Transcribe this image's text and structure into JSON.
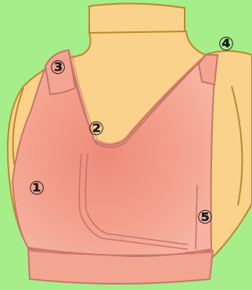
{
  "figure": {
    "subject": "sports-bra-on-torso",
    "colors": {
      "background": "#a6ee8a",
      "skin": "#fbd28b",
      "skin_outline": "#b98a2f",
      "garment": "#f4a592",
      "garment_shade": "#ef8c7d",
      "garment_outline": "#c8766a",
      "marker_circle": "#1a1a1a"
    }
  },
  "markers": [
    {
      "id": 1,
      "label": "①"
    },
    {
      "id": 2,
      "label": "②"
    },
    {
      "id": 3,
      "label": "③"
    },
    {
      "id": 4,
      "label": "④"
    },
    {
      "id": 5,
      "label": "⑤"
    }
  ]
}
